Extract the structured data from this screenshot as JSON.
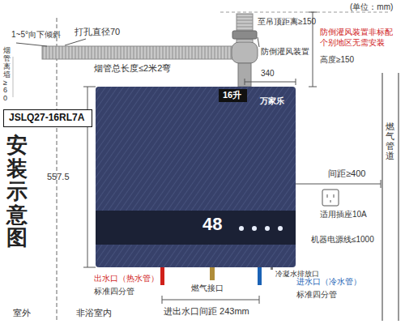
{
  "diagram": {
    "title": "安装示意图",
    "nodes": [
      {
        "text": [
          "JSLQ27-16RL7A"
        ]
      },
      {
        "text": [
          "万家乐",
          "48"
        ]
      },
      {
        "text": [
          "16升"
        ],
        "in": 1
      }
    ],
    "labels": [
      "(单位：mm)",
      "1~5°向下倾斜",
      "打孔直径70",
      "至吊顶距离≥150",
      "防倒灌风装置",
      "防倒灌风装置非标配 个别地区无需安装",
      "高度≥150",
      "烟管离墙≥60",
      "烟管总长度≤2米2弯",
      "340",
      "557.5",
      "间距≥400",
      "适用插座10A",
      "机器电源线≤1000",
      "燃气管道",
      "冷凝水排放口",
      "出水口（热水管）",
      "标准四分管",
      "燃气接口",
      "进水口（冷水管）",
      "标准四分管",
      "进出水口间距 243mm",
      "室外",
      "非浴室内"
    ]
  }
}
